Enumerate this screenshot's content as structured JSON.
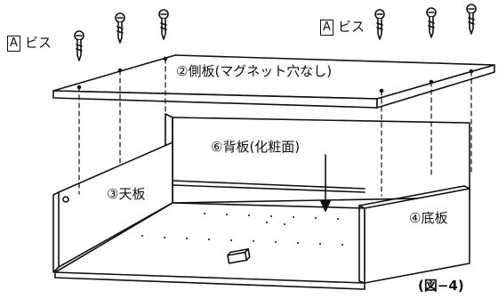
{
  "diagram": {
    "figure_label": "(図−4)",
    "screw_groups": [
      {
        "box": "A",
        "text": "ビス"
      },
      {
        "box": "A",
        "text": "ビス"
      }
    ],
    "parts": {
      "side_panel": "②側板(マグネット穴なし)",
      "top_panel": "③天板",
      "back_panel": "⑥背板(化粧面)",
      "bottom_panel": "④底板"
    }
  }
}
